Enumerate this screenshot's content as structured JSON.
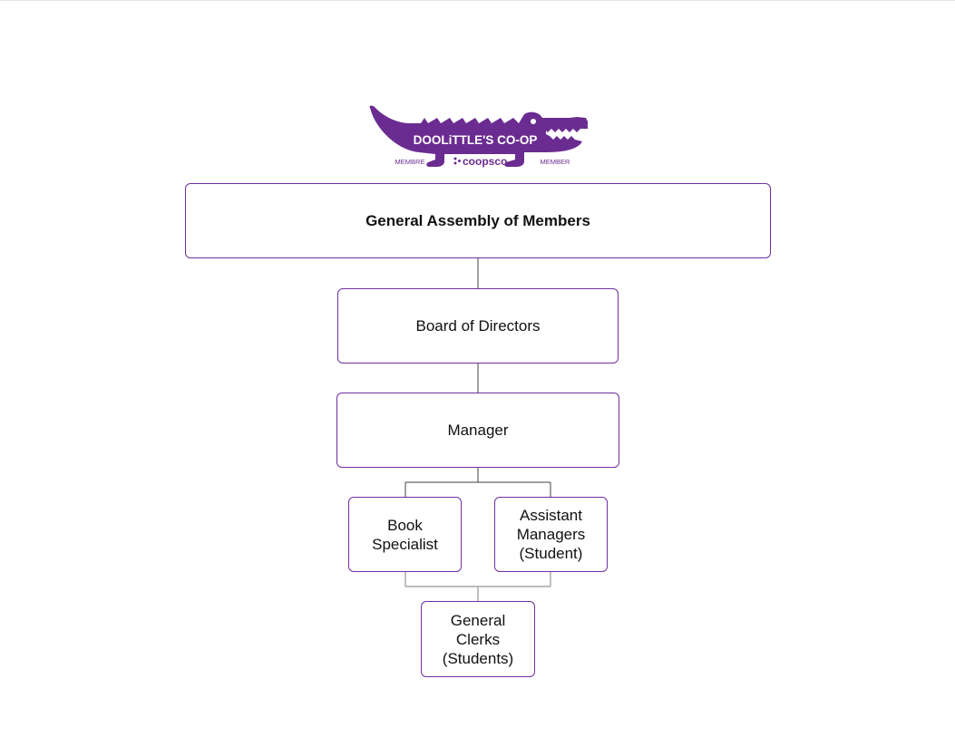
{
  "logo": {
    "name": "DOOLiTTLE'S CO-OP",
    "left_tag": "MEMBRE",
    "center_tag": "coopsco",
    "right_tag": "MEMBER",
    "color": "#6b2c91"
  },
  "org_chart": {
    "border_color": "#7030a0",
    "nodes": {
      "assembly": "General Assembly of Members",
      "board": "Board of Directors",
      "manager": "Manager",
      "book_specialist": "Book\nSpecialist",
      "assistant_managers": "Assistant\nManagers\n(Student)",
      "general_clerks": "General\nClerks\n(Students)"
    }
  }
}
